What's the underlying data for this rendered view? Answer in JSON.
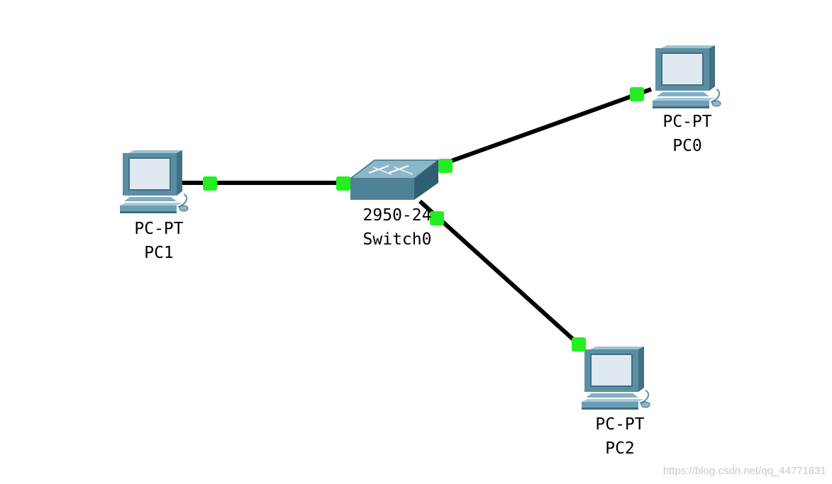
{
  "devices": {
    "pc0": {
      "model": "PC-PT",
      "name": "PC0"
    },
    "pc1": {
      "model": "PC-PT",
      "name": "PC1"
    },
    "pc2": {
      "model": "PC-PT",
      "name": "PC2"
    },
    "switch0": {
      "model": "2950-24",
      "name": "Switch0"
    }
  },
  "links": [
    {
      "from": "pc1",
      "to": "switch0",
      "status": "up"
    },
    {
      "from": "switch0",
      "to": "pc0",
      "status": "up"
    },
    {
      "from": "switch0",
      "to": "pc2",
      "status": "up"
    }
  ],
  "colors": {
    "link": "#000000",
    "port_up": "#22ee22",
    "pc_body": "#5c8ea3",
    "pc_screen": "#dfe9ef",
    "switch_top": "#8cb7c9",
    "switch_side": "#4f8296"
  },
  "watermark": "https://blog.csdn.net/qq_44771831"
}
